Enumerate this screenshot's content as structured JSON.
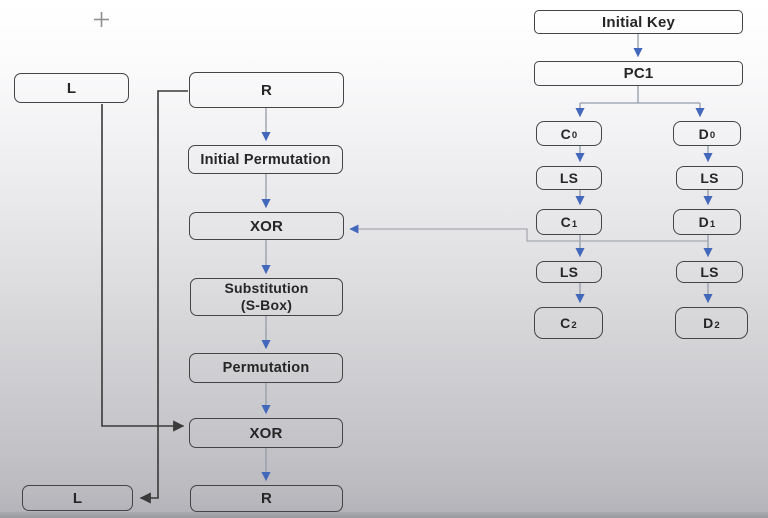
{
  "diagram": {
    "description_left_column": [
      "L",
      "R",
      "Initial Permutation",
      "XOR",
      "Substitution (S-Box)",
      "Permutation",
      "XOR",
      "R",
      "L"
    ],
    "description_right_column": [
      "Initial Key",
      "PC1",
      "C0",
      "D0",
      "LS",
      "LS",
      "C1",
      "D1",
      "LS",
      "LS",
      "C2",
      "D2"
    ],
    "edges": [
      "R -> Initial Permutation",
      "Initial Permutation -> XOR",
      "XOR -> Substitution (S-Box)",
      "Substitution (S-Box) -> Permutation",
      "Permutation -> XOR",
      "XOR -> R (bottom)",
      "L (top) -> XOR (bottom)",
      "R (top) -> L (bottom)",
      "Initial Key -> PC1",
      "PC1 -> C0",
      "PC1 -> D0",
      "C0 -> LS",
      "LS -> C1",
      "C1 -> LS",
      "LS -> C2",
      "D0 -> LS",
      "LS -> D1",
      "D1 -> LS",
      "LS -> D2",
      "C1/D1 -> XOR (round key into left flow)"
    ]
  },
  "boxes": {
    "l_top": {
      "label": "L"
    },
    "r_top": {
      "label": "R"
    },
    "initial_permutation": {
      "label": "Initial Permutation"
    },
    "xor_1": {
      "label": "XOR"
    },
    "substitution": {
      "line1": "Substitution",
      "line2": "(S-Box)"
    },
    "permutation": {
      "label": "Permutation"
    },
    "xor_2": {
      "label": "XOR"
    },
    "r_bottom": {
      "label": "R"
    },
    "l_bottom": {
      "label": "L"
    },
    "initial_key": {
      "label": "Initial Key"
    },
    "pc1": {
      "label": "PC1"
    },
    "c0": {
      "base": "C",
      "sub": "0"
    },
    "d0": {
      "base": "D",
      "sub": "0"
    },
    "ls_c1": {
      "label": "LS"
    },
    "ls_d1": {
      "label": "LS"
    },
    "c1": {
      "base": "C",
      "sub": "1"
    },
    "d1": {
      "base": "D",
      "sub": "1"
    },
    "ls_c2": {
      "label": "LS"
    },
    "ls_d2": {
      "label": "LS"
    },
    "c2": {
      "base": "C",
      "sub": "2"
    },
    "d2": {
      "base": "D",
      "sub": "2"
    }
  },
  "cursor": {
    "glyph": "+"
  },
  "colors": {
    "box_border": "#454545",
    "text": "#262626",
    "arrow_blue": "#4268bb",
    "connector_gray": "#949cab",
    "key_line_gray": "#a6aab2",
    "feedback_dark": "#3a3a3a",
    "background_top": "#ffffff",
    "background_bottom": "#b1b1b7",
    "cursor_gray": "#8f8f8f"
  }
}
